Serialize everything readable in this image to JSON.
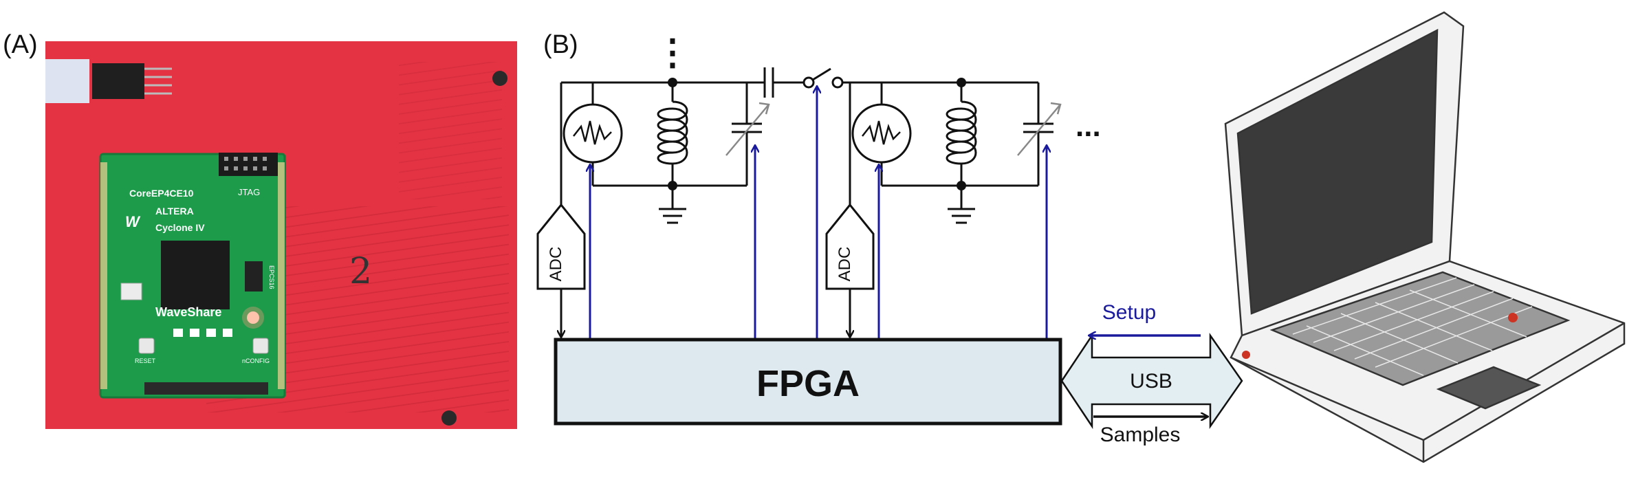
{
  "panels": {
    "a_label": "(A)",
    "b_label": "(B)"
  },
  "photo": {
    "board_silk": {
      "model": "CoreEP4CE10",
      "brand": "ALTERA",
      "family": "Cyclone IV",
      "maker": "WaveShare",
      "jtag": "JTAG",
      "reset": "RESET",
      "nconfig": "nCONFIG",
      "chip": "EPCS16",
      "handwritten_mark": "2"
    }
  },
  "diagram": {
    "adc_label": "ADC",
    "fpga_label": "FPGA",
    "usb_label": "USB",
    "setup_label": "Setup",
    "samples_label": "Samples",
    "vertical_ellipsis": "⋮",
    "horizontal_ellipsis": "..."
  },
  "colors": {
    "board_red": "#e43444",
    "pcb_green": "#1e9a4b",
    "signal_blue": "#1a1a9c",
    "fpga_fill": "#dde9ee",
    "usb_fill": "#e3eef2",
    "laptop_screen": "#3a3a3a"
  }
}
